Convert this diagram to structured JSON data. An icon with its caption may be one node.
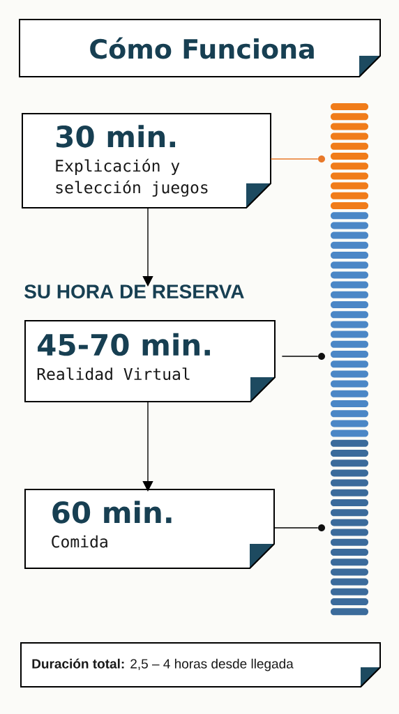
{
  "diagram": {
    "title": "Cómo Funciona",
    "nodes": [
      {
        "text": [
          "30 min.",
          "Explicación y selección juegos"
        ]
      },
      {
        "text": [
          "SU HORA DE RESERVA",
          "45-70 min.",
          "Realidad Virtual"
        ]
      },
      {
        "text": [
          "60 min.",
          "Comida"
        ]
      },
      {
        "text": [
          "**Duración total:** 2,5 – 4 horas desde llegada"
        ]
      },
      {
        "text": [],
        "shape": "circle"
      },
      {
        "text": [],
        "shape": "circle"
      },
      {
        "text": [],
        "shape": "circle"
      }
    ],
    "edges": [
      {
        "from": 0,
        "to": 1,
        "arrow": "to"
      },
      {
        "from": 1,
        "to": 2,
        "arrow": "to"
      },
      {
        "from": 0,
        "to": 4,
        "arrow": "none",
        "color": "#e8792a"
      },
      {
        "from": 1,
        "to": 5,
        "arrow": "none"
      },
      {
        "from": 2,
        "to": 6,
        "arrow": "none"
      }
    ]
  }
}
